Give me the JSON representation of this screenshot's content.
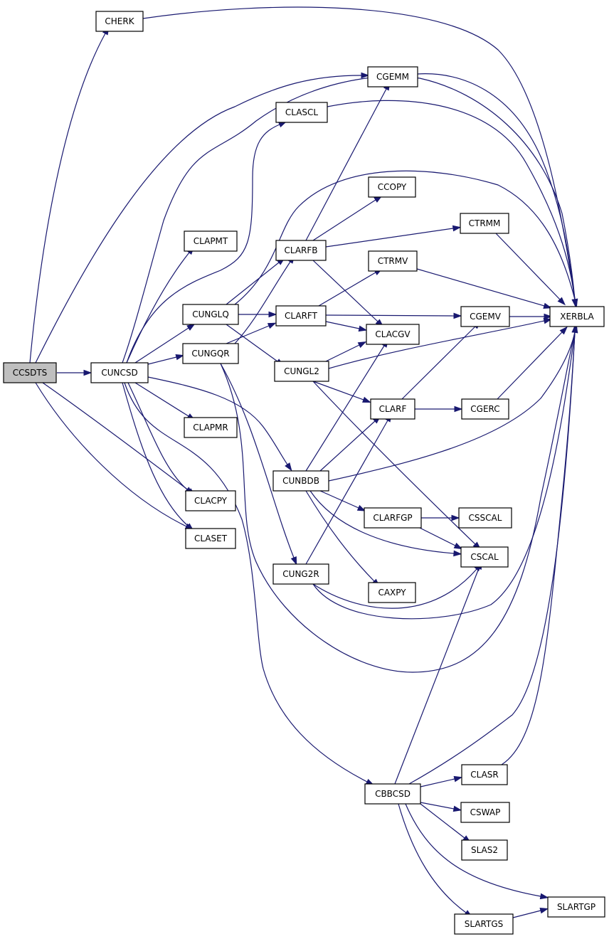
{
  "nodes": [
    {
      "id": "CCSDTS",
      "label": "CCSDTS",
      "fill": "#bfbfbf"
    },
    {
      "id": "CHERK",
      "label": "CHERK",
      "fill": "#ffffff"
    },
    {
      "id": "CGEMM",
      "label": "CGEMM",
      "fill": "#ffffff"
    },
    {
      "id": "CLASCL",
      "label": "CLASCL",
      "fill": "#ffffff"
    },
    {
      "id": "CCOPY",
      "label": "CCOPY",
      "fill": "#ffffff"
    },
    {
      "id": "CLAPMT",
      "label": "CLAPMT",
      "fill": "#ffffff"
    },
    {
      "id": "CTRMM",
      "label": "CTRMM",
      "fill": "#ffffff"
    },
    {
      "id": "CLARFB",
      "label": "CLARFB",
      "fill": "#ffffff"
    },
    {
      "id": "CTRMV",
      "label": "CTRMV",
      "fill": "#ffffff"
    },
    {
      "id": "CUNGLQ",
      "label": "CUNGLQ",
      "fill": "#ffffff"
    },
    {
      "id": "CLARFT",
      "label": "CLARFT",
      "fill": "#ffffff"
    },
    {
      "id": "CGEMV",
      "label": "CGEMV",
      "fill": "#ffffff"
    },
    {
      "id": "XERBLA",
      "label": "XERBLA",
      "fill": "#ffffff"
    },
    {
      "id": "CLACGV",
      "label": "CLACGV",
      "fill": "#ffffff"
    },
    {
      "id": "CUNGQR",
      "label": "CUNGQR",
      "fill": "#ffffff"
    },
    {
      "id": "CUNGL2",
      "label": "CUNGL2",
      "fill": "#ffffff"
    },
    {
      "id": "CUNCSD",
      "label": "CUNCSD",
      "fill": "#ffffff"
    },
    {
      "id": "CLARF",
      "label": "CLARF",
      "fill": "#ffffff"
    },
    {
      "id": "CGERC",
      "label": "CGERC",
      "fill": "#ffffff"
    },
    {
      "id": "CLAPMR",
      "label": "CLAPMR",
      "fill": "#ffffff"
    },
    {
      "id": "CUNBDB",
      "label": "CUNBDB",
      "fill": "#ffffff"
    },
    {
      "id": "CLACPY",
      "label": "CLACPY",
      "fill": "#ffffff"
    },
    {
      "id": "CLARFGP",
      "label": "CLARFGP",
      "fill": "#ffffff"
    },
    {
      "id": "CSSCAL",
      "label": "CSSCAL",
      "fill": "#ffffff"
    },
    {
      "id": "CLASET",
      "label": "CLASET",
      "fill": "#ffffff"
    },
    {
      "id": "CSCAL",
      "label": "CSCAL",
      "fill": "#ffffff"
    },
    {
      "id": "CUNG2R",
      "label": "CUNG2R",
      "fill": "#ffffff"
    },
    {
      "id": "CAXPY",
      "label": "CAXPY",
      "fill": "#ffffff"
    },
    {
      "id": "CLASR",
      "label": "CLASR",
      "fill": "#ffffff"
    },
    {
      "id": "CBBCSD",
      "label": "CBBCSD",
      "fill": "#ffffff"
    },
    {
      "id": "CSWAP",
      "label": "CSWAP",
      "fill": "#ffffff"
    },
    {
      "id": "SLAS2",
      "label": "SLAS2",
      "fill": "#ffffff"
    },
    {
      "id": "SLARTGP",
      "label": "SLARTGP",
      "fill": "#ffffff"
    },
    {
      "id": "SLARTGS",
      "label": "SLARTGS",
      "fill": "#ffffff"
    }
  ],
  "edges": [
    {
      "from": "CCSDTS",
      "to": "CUNCSD"
    },
    {
      "from": "CCSDTS",
      "to": "CHERK"
    },
    {
      "from": "CCSDTS",
      "to": "CGEMM"
    },
    {
      "from": "CCSDTS",
      "to": "CLACPY"
    },
    {
      "from": "CCSDTS",
      "to": "CLASET"
    },
    {
      "from": "CHERK",
      "to": "XERBLA"
    },
    {
      "from": "CGEMM",
      "to": "XERBLA"
    },
    {
      "from": "CLASCL",
      "to": "XERBLA"
    },
    {
      "from": "CTRMM",
      "to": "XERBLA"
    },
    {
      "from": "CTRMV",
      "to": "XERBLA"
    },
    {
      "from": "CGEMV",
      "to": "XERBLA"
    },
    {
      "from": "CGERC",
      "to": "XERBLA"
    },
    {
      "from": "CUNCSD",
      "to": "CLASCL"
    },
    {
      "from": "CUNCSD",
      "to": "CLAPMT"
    },
    {
      "from": "CUNCSD",
      "to": "CUNGLQ"
    },
    {
      "from": "CUNCSD",
      "to": "CUNGQR"
    },
    {
      "from": "CUNCSD",
      "to": "CLAPMR"
    },
    {
      "from": "CUNCSD",
      "to": "CUNBDB"
    },
    {
      "from": "CUNCSD",
      "to": "CLACPY"
    },
    {
      "from": "CUNCSD",
      "to": "CLASET"
    },
    {
      "from": "CUNCSD",
      "to": "CBBCSD"
    },
    {
      "from": "CUNCSD",
      "to": "XERBLA"
    },
    {
      "from": "CUNGLQ",
      "to": "CLARFB"
    },
    {
      "from": "CUNGLQ",
      "to": "CLARFT"
    },
    {
      "from": "CUNGLQ",
      "to": "CUNGL2"
    },
    {
      "from": "CUNGLQ",
      "to": "XERBLA"
    },
    {
      "from": "CUNGQR",
      "to": "CLARFB"
    },
    {
      "from": "CUNGQR",
      "to": "CLARFT"
    },
    {
      "from": "CUNGQR",
      "to": "CUNG2R"
    },
    {
      "from": "CUNGQR",
      "to": "XERBLA"
    },
    {
      "from": "CLARFB",
      "to": "CGEMM"
    },
    {
      "from": "CLARFB",
      "to": "CCOPY"
    },
    {
      "from": "CLARFB",
      "to": "CTRMM"
    },
    {
      "from": "CLARFB",
      "to": "CLACGV"
    },
    {
      "from": "CLARFT",
      "to": "CTRMV"
    },
    {
      "from": "CLARFT",
      "to": "CGEMV"
    },
    {
      "from": "CLARFT",
      "to": "CLACGV"
    },
    {
      "from": "CUNGL2",
      "to": "CLACGV"
    },
    {
      "from": "CUNGL2",
      "to": "CLARF"
    },
    {
      "from": "CUNGL2",
      "to": "CSCAL"
    },
    {
      "from": "CUNGL2",
      "to": "XERBLA"
    },
    {
      "from": "CLARF",
      "to": "CGEMV"
    },
    {
      "from": "CLARF",
      "to": "CGERC"
    },
    {
      "from": "CUNBDB",
      "to": "CLACGV"
    },
    {
      "from": "CUNBDB",
      "to": "CLARF"
    },
    {
      "from": "CUNBDB",
      "to": "CLARFGP"
    },
    {
      "from": "CUNBDB",
      "to": "CSCAL"
    },
    {
      "from": "CUNBDB",
      "to": "CAXPY"
    },
    {
      "from": "CUNBDB",
      "to": "XERBLA"
    },
    {
      "from": "CLARFGP",
      "to": "CSSCAL"
    },
    {
      "from": "CLARFGP",
      "to": "CSCAL"
    },
    {
      "from": "CUNG2R",
      "to": "CLARF"
    },
    {
      "from": "CUNG2R",
      "to": "CSCAL"
    },
    {
      "from": "CUNG2R",
      "to": "XERBLA"
    },
    {
      "from": "CBBCSD",
      "to": "CSCAL"
    },
    {
      "from": "CBBCSD",
      "to": "CLASR"
    },
    {
      "from": "CBBCSD",
      "to": "CSWAP"
    },
    {
      "from": "CBBCSD",
      "to": "SLAS2"
    },
    {
      "from": "CBBCSD",
      "to": "SLARTGP"
    },
    {
      "from": "CBBCSD",
      "to": "SLARTGS"
    },
    {
      "from": "CBBCSD",
      "to": "XERBLA"
    },
    {
      "from": "CLASR",
      "to": "XERBLA"
    },
    {
      "from": "SLARTGS",
      "to": "SLARTGP"
    }
  ]
}
